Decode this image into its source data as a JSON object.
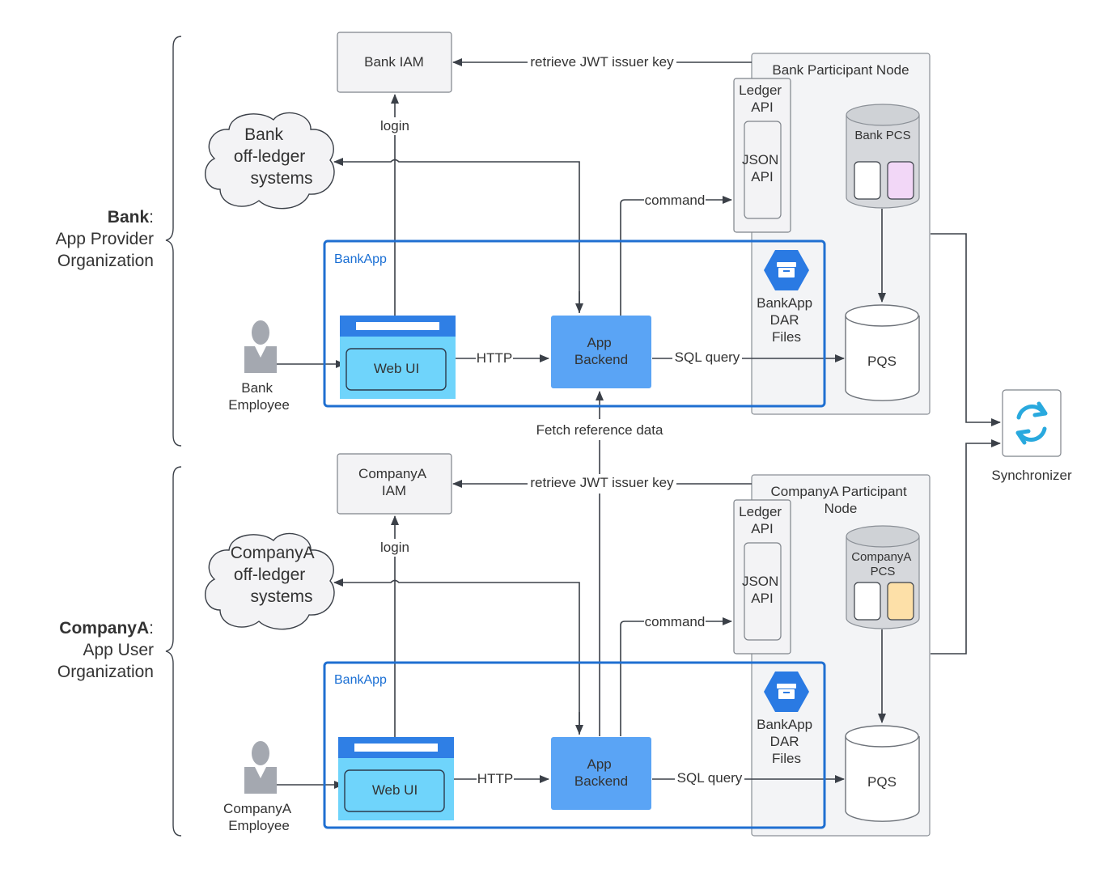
{
  "org_bank": {
    "name": "Bank",
    "role_line1": "App Provider",
    "role_line2": "Organization"
  },
  "org_companya": {
    "name": "CompanyA",
    "role_line1": "App User",
    "role_line2": "Organization"
  },
  "bank": {
    "iam": [
      "Bank IAM"
    ],
    "offledger": [
      "Bank",
      "off-ledger",
      "systems"
    ],
    "employee": [
      "Bank",
      "Employee"
    ],
    "participant_node": [
      "Bank Participant Node"
    ],
    "pcs": [
      "Bank PCS"
    ],
    "pcs_accent": "#f2d7f7"
  },
  "companya": {
    "iam": [
      "CompanyA",
      "IAM"
    ],
    "offledger": [
      "CompanyA",
      "off-ledger",
      "systems"
    ],
    "employee": [
      "CompanyA",
      "Employee"
    ],
    "participant_node": [
      "CompanyA Participant",
      "Node"
    ],
    "pcs": [
      "CompanyA",
      "PCS"
    ],
    "pcs_accent": "#fde0a8"
  },
  "common": {
    "app_frame": "BankApp",
    "web_ui": "Web UI",
    "backend": [
      "App",
      "Backend"
    ],
    "ledger_api": [
      "Ledger",
      "API"
    ],
    "json_api": [
      "JSON",
      "API"
    ],
    "dar": [
      "BankApp",
      "DAR",
      "Files"
    ],
    "pqs": "PQS"
  },
  "edges": {
    "jwt": "retrieve JWT issuer key",
    "login": "login",
    "command": "command",
    "http": "HTTP",
    "sql": "SQL query",
    "fetch": "Fetch reference data"
  },
  "synchronizer": "Synchronizer",
  "colors": {
    "frame": "#1f6fd1",
    "backend": "#5aa4f5",
    "webui_header": "#2f7fe5",
    "webui_body": "#6fd4fb",
    "dar_icon": "#2a7ae3",
    "sync_icon": "#29a9de",
    "person": "#a4a8b0",
    "line": "#3b4048"
  }
}
